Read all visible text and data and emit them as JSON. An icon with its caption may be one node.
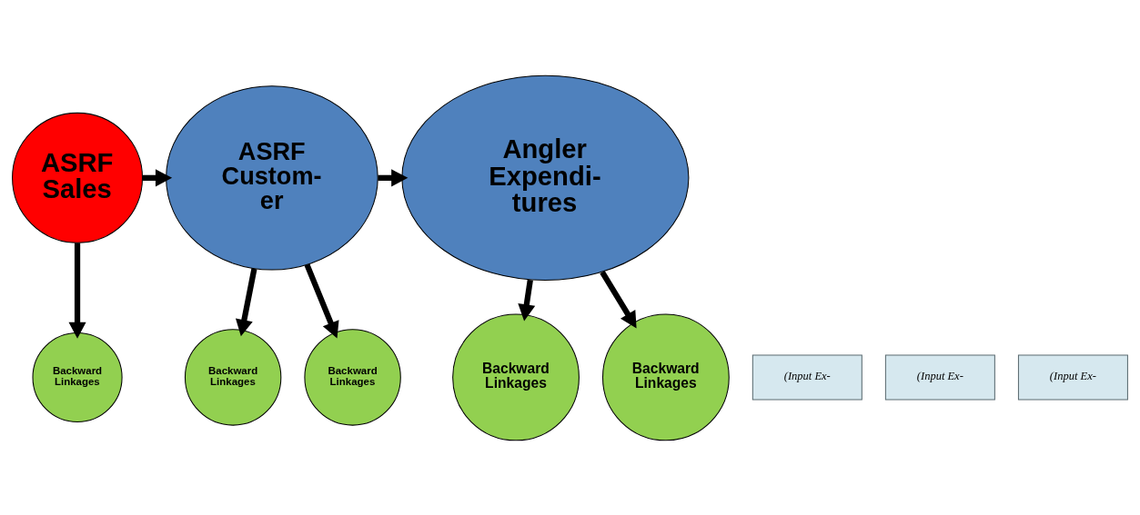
{
  "diagram": {
    "nodes": [
      {
        "text": [
          "ASRF Sales"
        ]
      },
      {
        "text": [
          "ASRF Custom- er"
        ]
      },
      {
        "text": [
          "Angler Expendi- tures"
        ]
      },
      {
        "text": [
          "(Input Ex-"
        ]
      },
      {
        "text": [
          "Backward Linkages"
        ]
      },
      {
        "text": [
          "Backward Linkages"
        ]
      },
      {
        "text": [
          "(Input Ex-"
        ]
      },
      {
        "text": [
          "Backward Linkages"
        ]
      },
      {
        "text": [
          "Backward Linkages"
        ]
      },
      {
        "text": [
          "(Input Ex-"
        ]
      },
      {
        "text": [
          "Backward Linkages"
        ]
      }
    ],
    "edges": [
      {
        "from": 0,
        "to": 1,
        "arrow": "to"
      },
      {
        "from": 1,
        "to": 2,
        "arrow": "to"
      },
      {
        "from": 0,
        "to": 4,
        "arrow": "to"
      },
      {
        "from": 1,
        "to": 5,
        "arrow": "to"
      },
      {
        "from": 1,
        "to": 7,
        "arrow": "to"
      },
      {
        "from": 2,
        "to": 8,
        "arrow": "to"
      },
      {
        "from": 2,
        "to": 10,
        "arrow": "to"
      }
    ]
  }
}
